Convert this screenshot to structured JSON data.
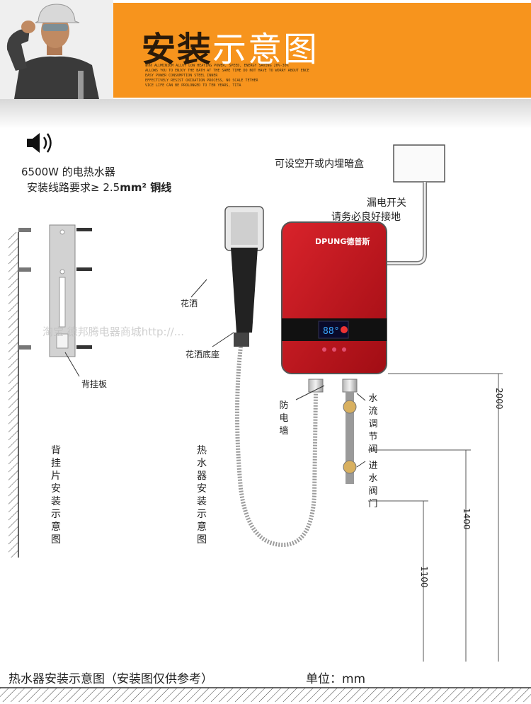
{
  "header": {
    "title_bold": "安装",
    "title_light": "示意图",
    "fine_print": [
      "新材 ALUMINIUM ALLOY LOW HEATING POWER, SPEED, ENERGY SAVING 20%-30%",
      "ALLOWS YOU TO ENJOY THE BATH AT THE SAME TIME DO NOT HAVE TO WORRY ABOUT ENCE",
      "EASY POWER CONSUMPTION STEEL INNER",
      "EFFECTIVELY RESIST OXIDATION PROCESS, NO SCALE TETHER",
      "VICE LIFE CAN BE PROLONGED TO TEN YEARS, TITA"
    ]
  },
  "spec": {
    "power_line": "6500W 的电热水器",
    "wire_line": "安装线路要求≥ 2.5",
    "wire_unit": "mm² 铜线",
    "sound_icon": "speaker-icon"
  },
  "labels": {
    "socket_box": "可设空开或内埋暗盒",
    "leakage_switch": "漏电开关",
    "grounding": "请务必良好接地",
    "shower_head": "花洒",
    "shower_base": "花洒底座",
    "back_plate": "背挂板",
    "anti_shock_wall": "防电墙",
    "flow_valve": "水流调节阀",
    "inlet_valve": "进水阀门",
    "back_plate_caption": "背挂片安装示意图",
    "heater_caption": "热水器安装示意图",
    "brand": "DPUNG德普斯"
  },
  "dimensions": {
    "unit": "mm",
    "heights": [
      "2000",
      "1400",
      "1100"
    ]
  },
  "watermark": "淘宝 德邦腾电器商城http://...",
  "footer": {
    "title": "热水器安装示意图（安装图仅供参考）",
    "unit_label": "单位：mm"
  },
  "colors": {
    "accent": "#f7941d",
    "heater_red": "#c1121b",
    "display_bg": "#111111"
  }
}
